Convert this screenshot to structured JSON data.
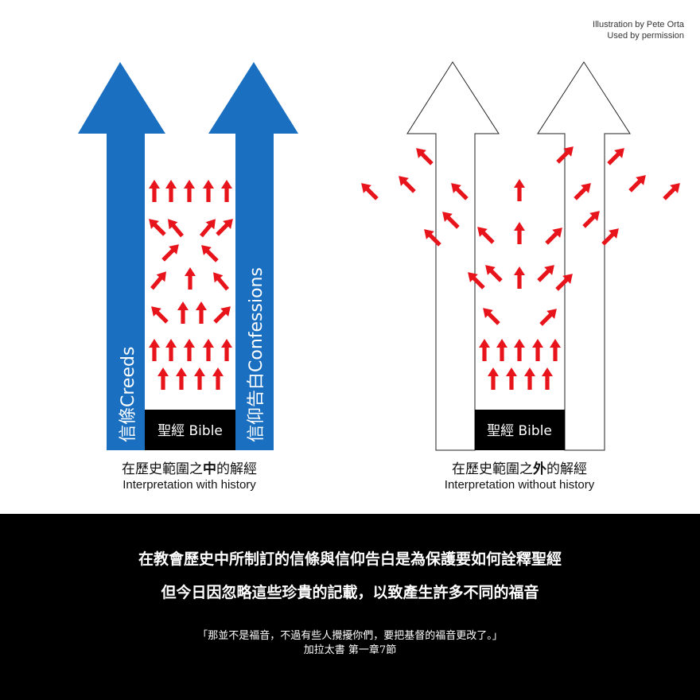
{
  "credit": {
    "line1": "Illustration by Pete Orta",
    "line2": "Used by permission"
  },
  "left_panel": {
    "creeds_label": "信條Creeds",
    "confessions_label": "信仰告白Confessions",
    "bible_label": "聖經 Bible",
    "caption_zh_before": "在歷史範圍之",
    "caption_zh_bold": "中",
    "caption_zh_after": "的解經",
    "caption_en": "Interpretation with history"
  },
  "right_panel": {
    "bible_label": "聖經 Bible",
    "caption_zh_before": "在歷史範圍之",
    "caption_zh_bold": "外",
    "caption_zh_after": "的解經",
    "caption_en": "Interpretation without history"
  },
  "footer": {
    "line1": "在教會歷史中所制訂的信條與信仰告白是為保護要如何詮釋聖經",
    "line2": "但今日因忽略這些珍貴的記載，以致產生許多不同的福音",
    "quote": "「那並不是福音，不過有些人攪擾你們，要把基督的福音更改了。」",
    "reference": "加拉太書 第一章7節"
  },
  "colors": {
    "blue": "#1a6fc1",
    "red": "#e8141c",
    "black": "#000000"
  }
}
